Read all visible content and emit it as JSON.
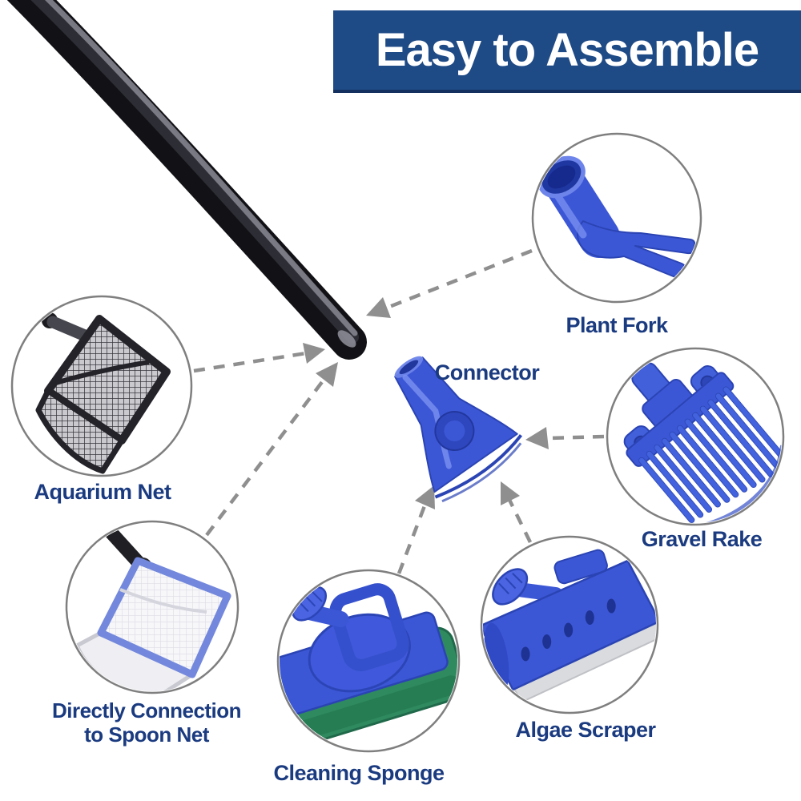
{
  "banner": {
    "title": "Easy to Assemble"
  },
  "connector": {
    "label": "Connector"
  },
  "parts": [
    {
      "name": "plant-fork",
      "label": "Plant Fork"
    },
    {
      "name": "aquarium-net",
      "label": "Aquarium Net"
    },
    {
      "name": "gravel-rake",
      "label": "Gravel Rake"
    },
    {
      "name": "spoon-net",
      "label_lines": [
        "Directly Connection",
        "to Spoon Net"
      ]
    },
    {
      "name": "cleaning-sponge",
      "label": "Cleaning Sponge"
    },
    {
      "name": "algae-scraper",
      "label": "Algae Scraper"
    }
  ],
  "icons": [
    "pole-illustration",
    "connector-illustration",
    "plant-fork-illustration",
    "aquarium-net-illustration",
    "gravel-rake-illustration",
    "spoon-net-illustration",
    "cleaning-sponge-illustration",
    "algae-scraper-illustration",
    "dashed-arrow"
  ],
  "colors": {
    "banner-bg": "#1E4A86",
    "banner-text": "#FFFFFF",
    "label-navy": "#1B3B80",
    "arrow-gray": "#8F8F8F",
    "circle-gray": "#7F7F7F",
    "plastic-blue": "#3C57D6",
    "plastic-blue-dark": "#2B44B4",
    "sponge-green": "#2F8A5F",
    "pole-black": "#121216"
  }
}
